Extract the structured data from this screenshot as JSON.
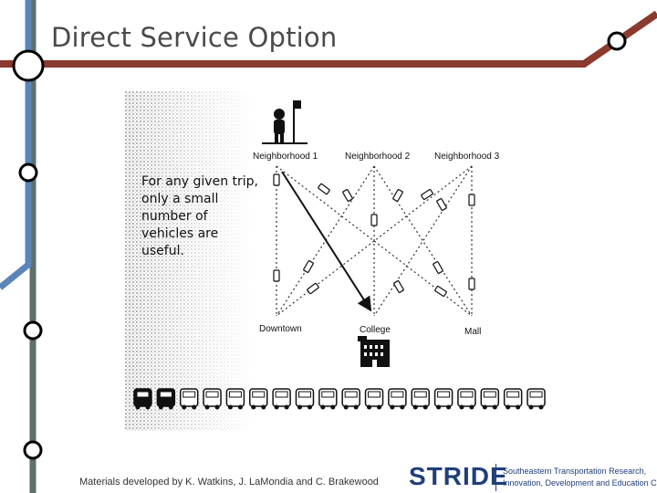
{
  "slide": {
    "title": "Direct Service Option",
    "credit": "Materials developed by K. Watkins, J. LaMondia and C. Brakewood"
  },
  "figure": {
    "caption_lines": [
      "For any given trip,",
      "only a small",
      "number of",
      "vehicles are",
      "useful."
    ],
    "nodes": [
      {
        "id": "n1",
        "label": "Neighborhood 1"
      },
      {
        "id": "n2",
        "label": "Neighborhood 2"
      },
      {
        "id": "n3",
        "label": "Neighborhood 3"
      },
      {
        "id": "downtown",
        "label": "Downtown"
      },
      {
        "id": "college",
        "label": "College"
      },
      {
        "id": "mall",
        "label": "Mall"
      }
    ],
    "fleet": {
      "total": 18,
      "highlighted": 2
    }
  },
  "logo": {
    "brand": "STRIDE",
    "org_lines": [
      "Southeastern Transportation Research,",
      "Innovation, Development and Education Center"
    ]
  },
  "colors": {
    "title_text": "#4a4a4a",
    "rail_blue": "#5b84b8",
    "rail_gray": "#5f6f6b",
    "rail_red": "#8b3a2f",
    "brand_blue": "#1f3e7a"
  }
}
